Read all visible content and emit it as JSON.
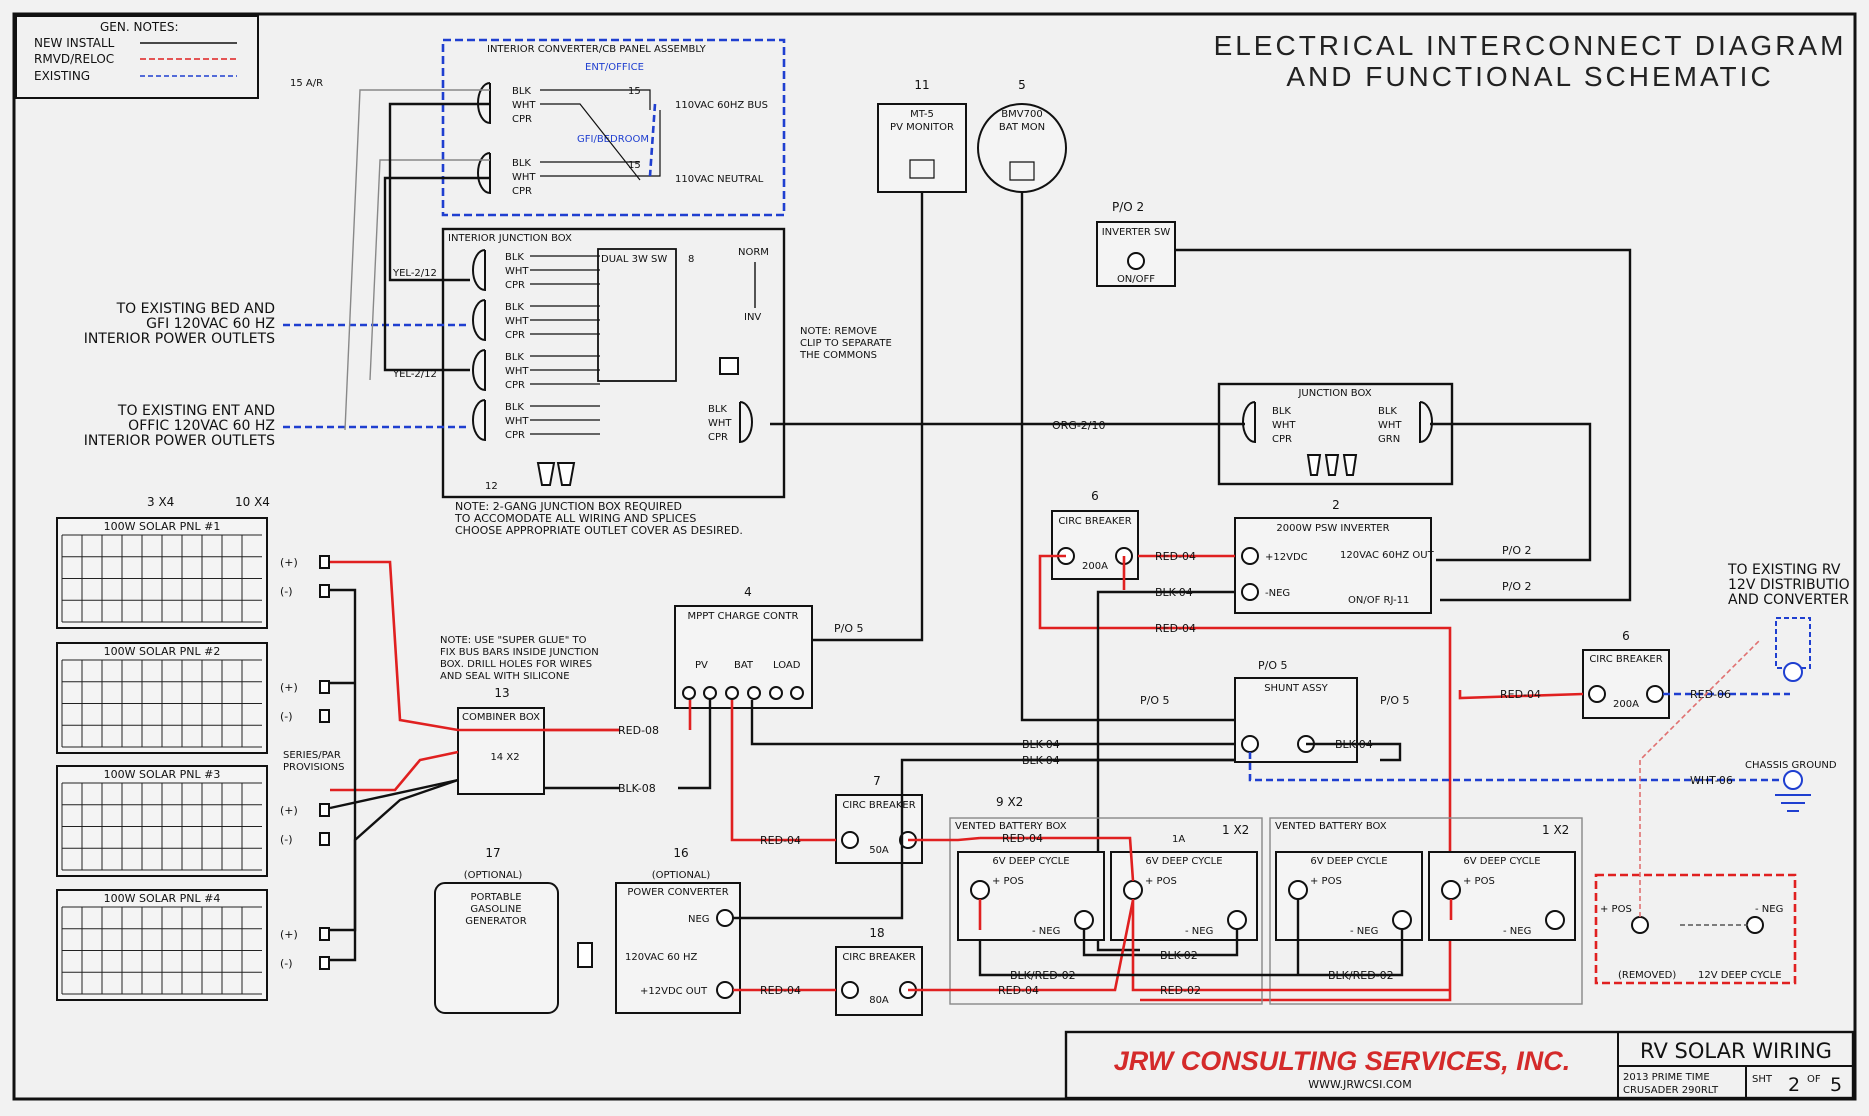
{
  "title": {
    "line1": "ELECTRICAL INTERCONNECT DIAGRAM",
    "line2": "AND FUNCTIONAL SCHEMATIC"
  },
  "legend": {
    "heading": "GEN. NOTES:",
    "new_install": "NEW INSTALL",
    "rmvd": "RMVD/RELOC",
    "existing": "EXISTING"
  },
  "converter_panel": {
    "title": "INTERIOR CONVERTER/CB PANEL ASSEMBLY",
    "ent_office": "ENT/OFFICE",
    "gfi_bedroom": "GFI/BEDROOM",
    "bus": "110VAC 60HZ BUS",
    "neutral": "110VAC NEUTRAL",
    "cb_15a": "15",
    "cb_15b": "15",
    "ref_ar": "15 A/R"
  },
  "junction_interior": {
    "title": "INTERIOR JUNCTION BOX",
    "yel1": "YEL-2/12",
    "yel2": "YEL-2/12",
    "ref": "12",
    "dual_sw": "DUAL 3W SW",
    "sw_ref": "8",
    "norm": "NORM",
    "inv": "INV",
    "note": "NOTE: REMOVE CLIP TO SEPARATE THE COMMONS"
  },
  "wire_colors": {
    "blk": "BLK",
    "wht": "WHT",
    "cpr": "CPR",
    "grn": "GRN"
  },
  "outlets": {
    "bed": [
      "TO EXISTING BED AND",
      "GFI 120VAC 60 HZ",
      "INTERIOR POWER OUTLETS"
    ],
    "ent": [
      "TO EXISTING ENT AND",
      "OFFIC 120VAC 60 HZ",
      "INTERIOR POWER OUTLETS"
    ]
  },
  "note_junction": [
    "NOTE: 2-GANG JUNCTION BOX REQUIRED",
    "TO ACCOMODATE ALL WIRING AND SPLICES",
    "CHOOSE APPROPRIATE OUTLET COVER AS DESIRED."
  ],
  "pv_monitor": {
    "ref": "11",
    "model": "MT-5",
    "label": "PV MONITOR"
  },
  "bat_monitor": {
    "ref": "5",
    "model": "BMV700",
    "label": "BAT MON"
  },
  "inverter_sw": {
    "ref": "P/O 2",
    "label": "INVERTER SW",
    "state": "ON/OFF"
  },
  "junction_box": {
    "label": "JUNCTION BOX",
    "wire": "ORG-2/10"
  },
  "inverter": {
    "ref": "2",
    "label": "2000W PSW INVERTER",
    "pos": "+12VDC",
    "neg": "-NEG",
    "out": "120VAC 60HZ OUT",
    "rj": "ON/OF RJ-11",
    "po1": "P/O 2",
    "po2": "P/O 2"
  },
  "circ_breaker_main": {
    "ref": "6",
    "label": "CIRC BREAKER",
    "amp": "200A"
  },
  "circ_breaker_right": {
    "ref": "6",
    "label": "CIRC BREAKER",
    "amp": "200A"
  },
  "circ_breaker_50": {
    "ref": "7",
    "label": "CIRC BREAKER",
    "amp": "50A"
  },
  "circ_breaker_80": {
    "ref": "18",
    "label": "CIRC BREAKER",
    "amp": "80A"
  },
  "shunt": {
    "label": "SHUNT ASSY",
    "ref": "P/O 5",
    "po_left": "P/O 5",
    "po_right": "P/O 5"
  },
  "mppt": {
    "ref": "4",
    "label": "MPPT CHARGE CONTR",
    "pv": "PV",
    "bat": "BAT",
    "load": "LOAD",
    "po": "P/O 5"
  },
  "solar": {
    "ref_a": "3 X4",
    "ref_b": "10 X4",
    "panels": [
      "100W SOLAR PNL #1",
      "100W SOLAR PNL #2",
      "100W SOLAR PNL #3",
      "100W SOLAR PNL #4"
    ],
    "pos": "(+)",
    "neg": "(-)",
    "series": "SERIES/PAR PROVISIONS"
  },
  "combiner": {
    "ref": "13",
    "label": "COMBINER BOX",
    "sub": "14 X2",
    "note": [
      "NOTE: USE \"SUPER GLUE\" TO",
      "FIX BUS BARS INSIDE JUNCTION",
      "BOX. DRILL HOLES FOR WIRES",
      "AND SEAL WITH SILICONE"
    ]
  },
  "generator": {
    "ref": "17",
    "opt": "(OPTIONAL)",
    "label": [
      "PORTABLE",
      "GASOLINE",
      "GENERATOR"
    ]
  },
  "power_converter": {
    "ref": "16",
    "opt": "(OPTIONAL)",
    "label": "POWER CONVERTER",
    "neg": "NEG",
    "ac": "120VAC 60 HZ",
    "out": "+12VDC OUT"
  },
  "batteries": {
    "box_label": "VENTED BATTERY BOX",
    "ref_left": "9 X2",
    "ref_mid": "1 X2",
    "ref_right": "1 X2",
    "cell": "6V DEEP CYCLE",
    "pos": "+ POS",
    "neg": "- NEG",
    "fuse": "1A"
  },
  "removed": {
    "label": "(REMOVED)",
    "type": "12V DEEP CYCLE",
    "pos": "+ POS",
    "neg": "- NEG"
  },
  "wires": {
    "red08": "RED-08",
    "blk08": "BLK-08",
    "red04": "RED-04",
    "blk04": "BLK-04",
    "red06": "RED-06",
    "wht06": "WHT-06",
    "blk02": "BLK-02",
    "red02": "RED-02",
    "blkred02": "BLK/RED-02"
  },
  "rv_distrib": [
    "TO EXISTING RV",
    "12V DISTRIBUTIO",
    "AND CONVERTER"
  ],
  "chassis": "CHASSIS GROUND",
  "footer": {
    "company": "JRW CONSULTING SERVICES, INC.",
    "url": "WWW.JRWCSI.COM",
    "project": "RV SOLAR WIRING",
    "model1": "2013 PRIME TIME",
    "model2": "CRUSADER 290RLT",
    "sht": "SHT",
    "sheet": "2",
    "of": "OF",
    "total": "5"
  }
}
